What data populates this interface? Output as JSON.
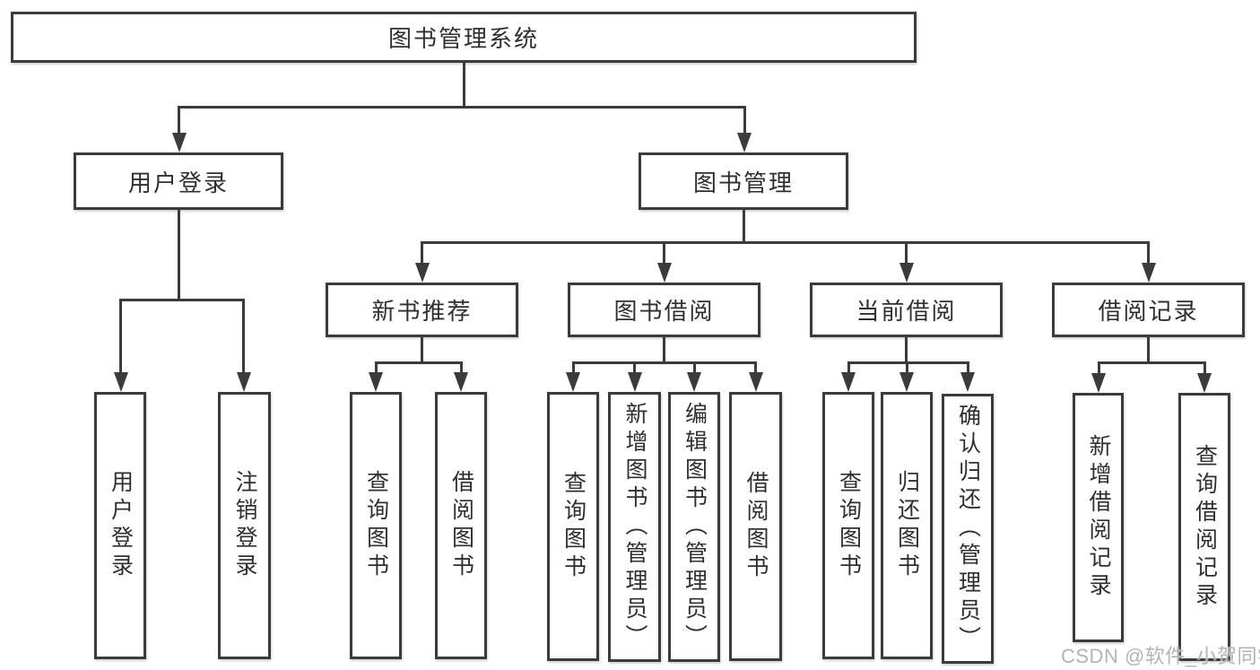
{
  "palette": {
    "line_color": "#3b3b3b",
    "text_color": "#2f2f2f",
    "box_fill": "#ffffff",
    "background": "#ffffff",
    "watermark_color": "#b3b3b3"
  },
  "watermark": "CSDN @软件_小贺同学",
  "tree": {
    "root": {
      "label": "图书管理系统"
    },
    "branches": [
      {
        "label": "用户登录",
        "leaves": [
          "用户登录",
          "注销登录"
        ]
      },
      {
        "label": "图书管理",
        "groups": [
          {
            "label": "新书推荐",
            "leaves": [
              "查询图书",
              "借阅图书"
            ]
          },
          {
            "label": "图书借阅",
            "leaves": [
              "查询图书",
              "新增图书（管理员）",
              "编辑图书（管理员）",
              "借阅图书"
            ]
          },
          {
            "label": "当前借阅",
            "leaves": [
              "查询图书",
              "归还图书",
              "确认归还（管理员）"
            ]
          },
          {
            "label": "借阅记录",
            "leaves": [
              "新增借阅记录",
              "查询借阅记录"
            ]
          }
        ]
      }
    ]
  }
}
